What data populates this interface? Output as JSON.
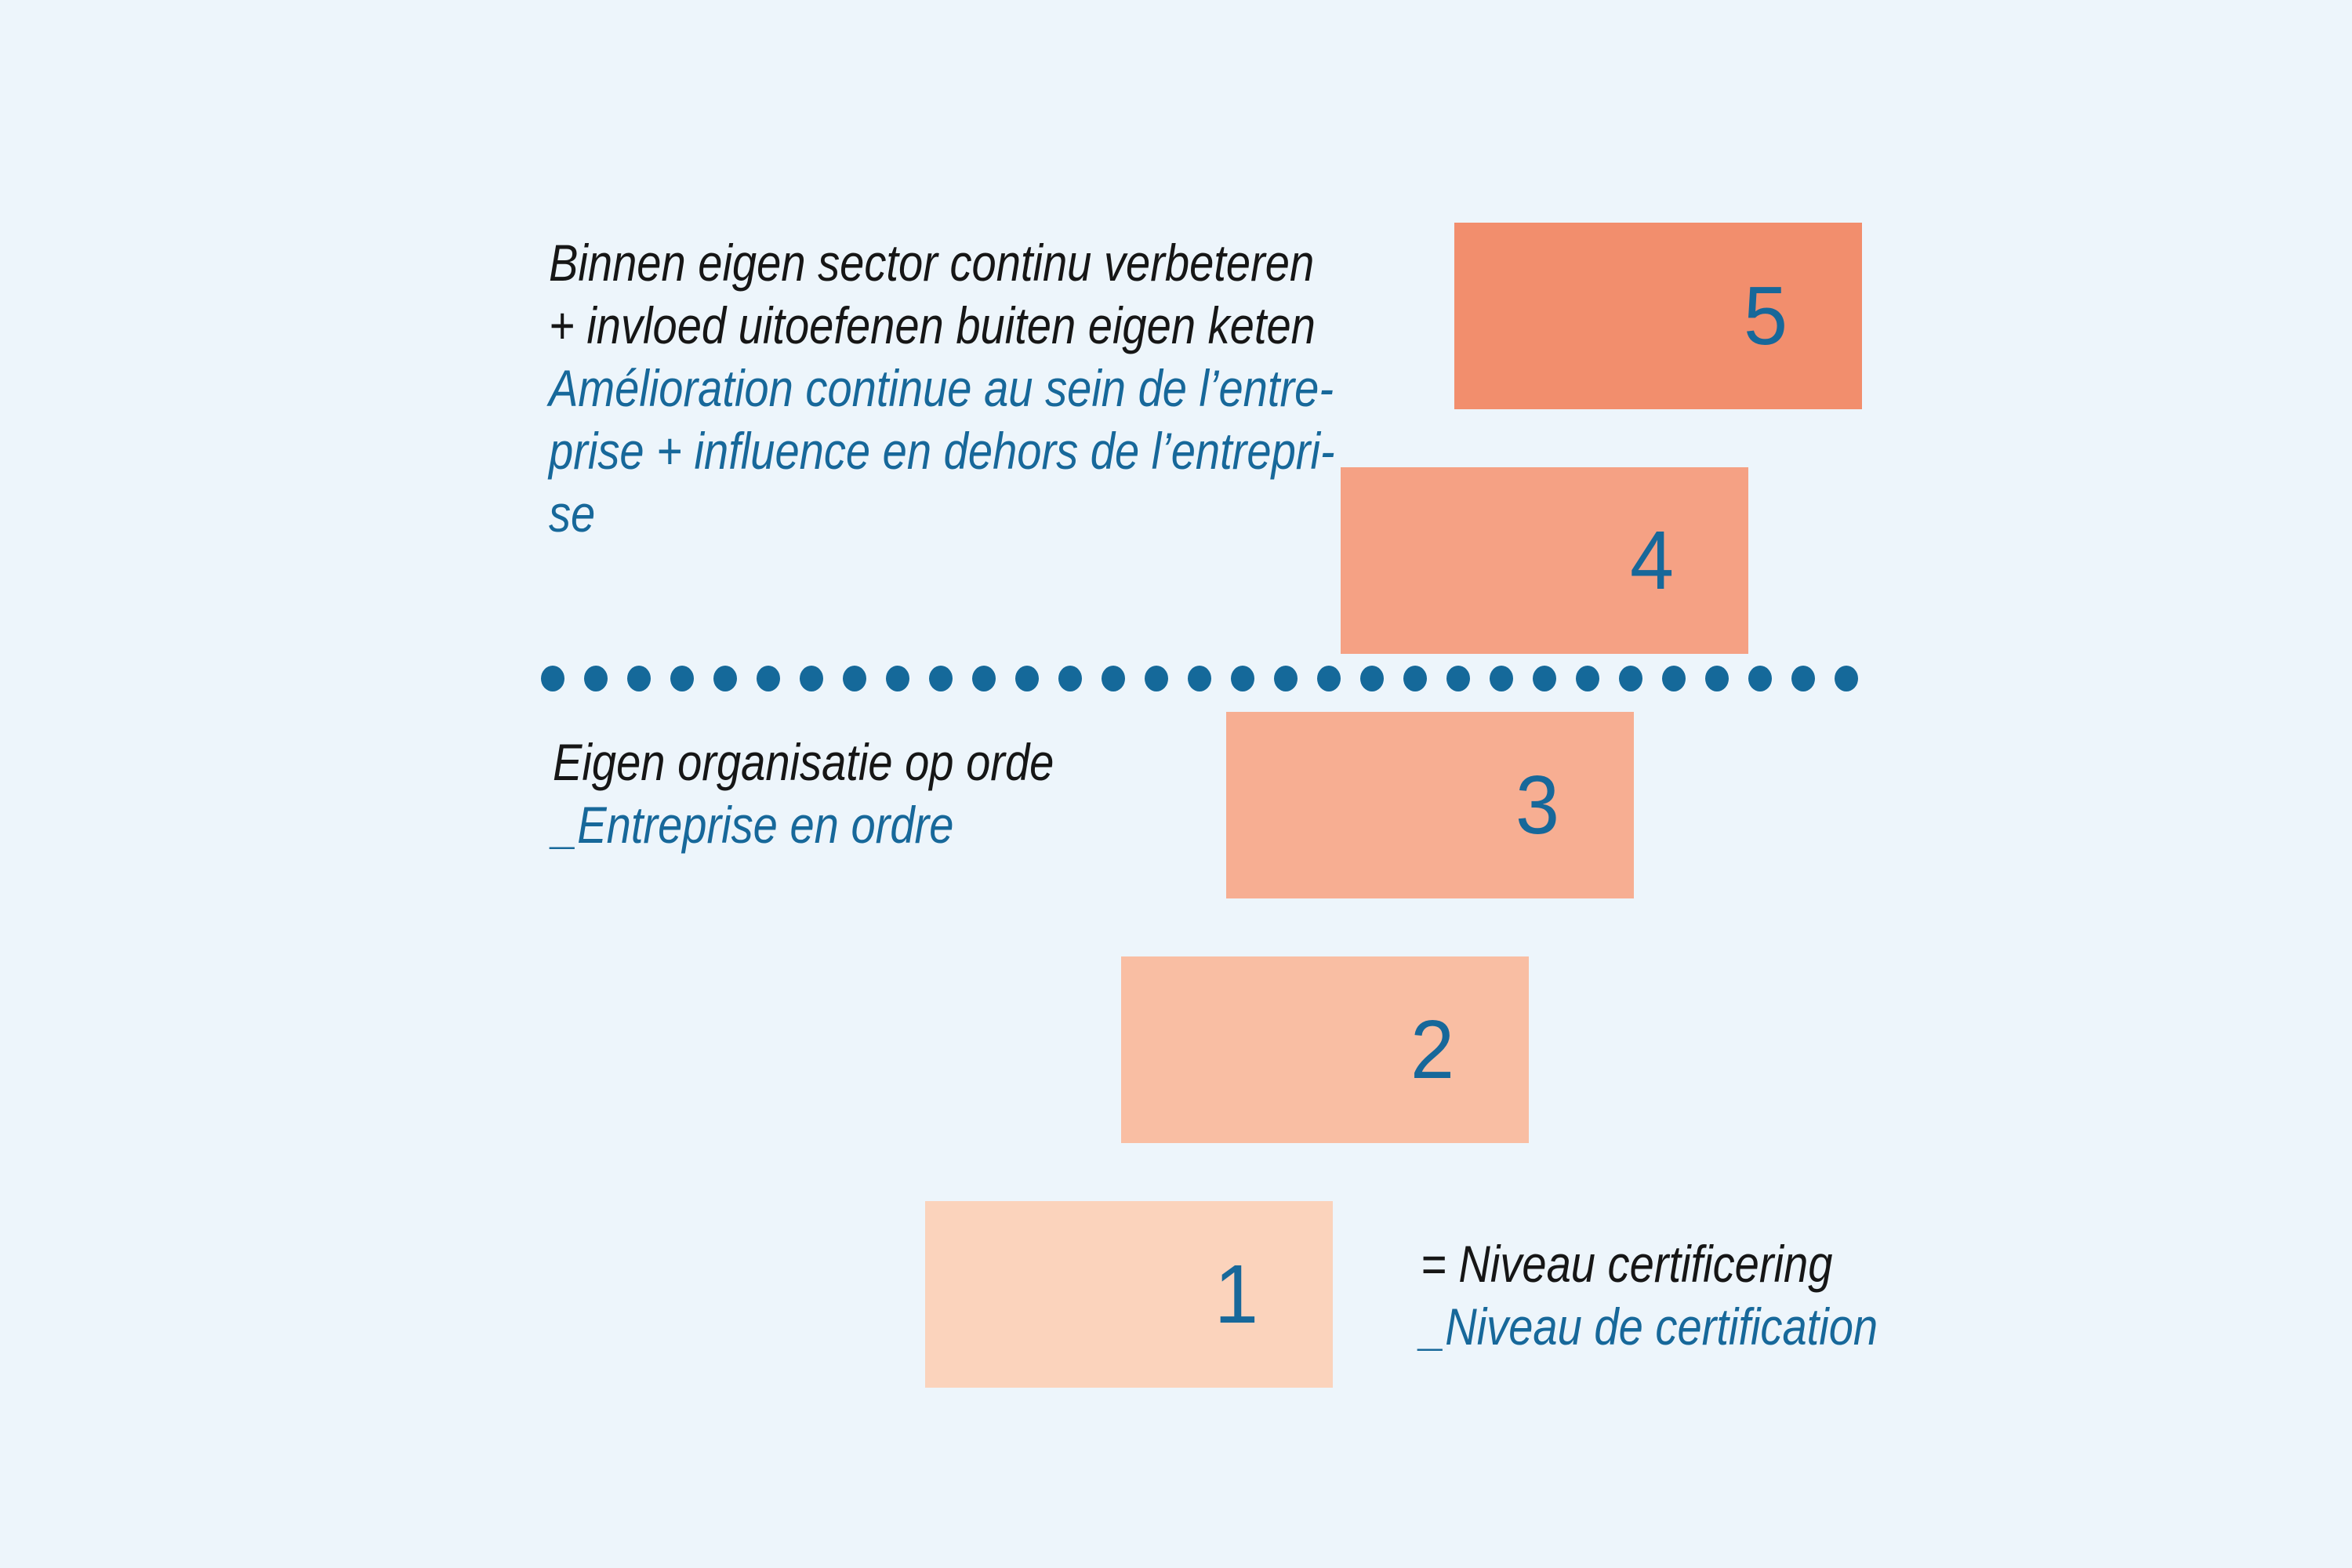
{
  "colors": {
    "background": "#EDF5FB",
    "accent_blue": "#17689A",
    "text_black": "#161616"
  },
  "top_label": {
    "nl_line1": "Binnen eigen sector continu verbeteren",
    "nl_line2": "+ invloed uitoefenen buiten eigen keten",
    "fr_line1": "Amélioration continue au sein de l’entre-",
    "fr_line2": "prise + influence en dehors de l’entrepri-",
    "fr_line3": "se"
  },
  "mid_label": {
    "nl": "Eigen organisatie op orde",
    "fr": "_Entreprise en ordre"
  },
  "legend": {
    "nl": "= Niveau certificering",
    "fr": "_Niveau de certification"
  },
  "ladder": {
    "steps": [
      {
        "level": "5",
        "color": "#F28E6D"
      },
      {
        "level": "4",
        "color": "#F5A184"
      },
      {
        "level": "3",
        "color": "#F7AE92"
      },
      {
        "level": "2",
        "color": "#F9BEA3"
      },
      {
        "level": "1",
        "color": "#FBD3BC"
      }
    ]
  },
  "divider": {
    "dot_count": 31
  }
}
